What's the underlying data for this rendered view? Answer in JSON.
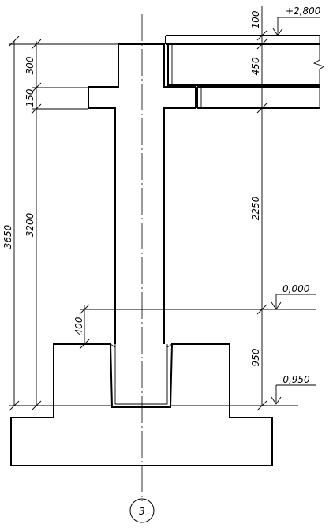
{
  "dimensions": {
    "total": "3650",
    "column_height": "3200",
    "beam_depth": "300",
    "bracket": "150",
    "slab": "100",
    "beam_rib": "450",
    "clear_height": "2250",
    "socket_depth": "950",
    "socket_offset": "400"
  },
  "levels": {
    "top": "+2,800",
    "zero": "0,000",
    "bottom": "-0,950"
  },
  "axis": {
    "label": "3"
  }
}
